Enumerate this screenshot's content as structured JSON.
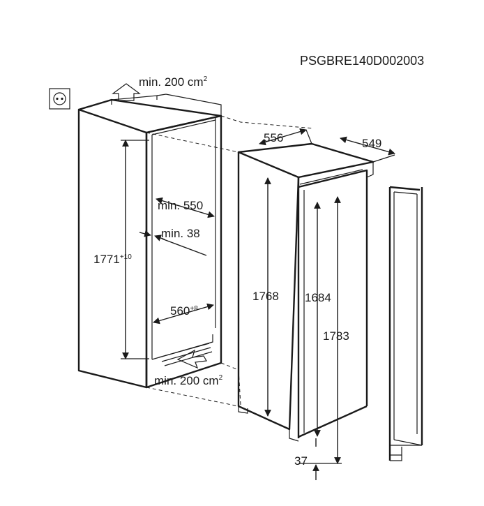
{
  "drawing_code": "PSGBRE140D002003",
  "labels": {
    "vent_top": "min. 200 cm",
    "vent_top_sup": "2",
    "vent_bottom": "min. 200 cm",
    "vent_bottom_sup": "2",
    "niche_depth": "min. 550",
    "niche_side_gap": "min. 38",
    "niche_height": "1771",
    "niche_height_tol": "+10",
    "niche_width": "560",
    "niche_width_tol": "+8",
    "appliance_width": "556",
    "appliance_depth": "549",
    "appliance_height": "1768",
    "door_height": "1684",
    "overall_height": "1783",
    "plinth": "37"
  },
  "icons": [
    "power-socket-icon",
    "airflow-up-arrow-icon",
    "airflow-in-arrow-icon"
  ]
}
